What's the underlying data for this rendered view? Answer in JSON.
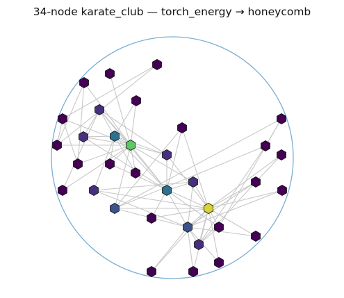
{
  "title": "34-node karate_club — torch_energy → honeycomb",
  "colors": {
    "boundary": "#7aaed2",
    "edge": "#c8c8c8",
    "node_outline": "#111111",
    "node_palette": [
      "#440154",
      "#472f7d",
      "#3b528b",
      "#2c728e",
      "#21918c",
      "#28ae80",
      "#5ec962",
      "#addc30",
      "#d8d338",
      "#fde725"
    ]
  },
  "graph": {
    "nodes": [
      {
        "id": 0,
        "value": 0.62
      },
      {
        "id": 1,
        "value": 0.32
      },
      {
        "id": 2,
        "value": 0.38
      },
      {
        "id": 3,
        "value": 0.12
      },
      {
        "id": 4,
        "value": 0.05
      },
      {
        "id": 5,
        "value": 0.05
      },
      {
        "id": 6,
        "value": 0.05
      },
      {
        "id": 7,
        "value": 0.1
      },
      {
        "id": 8,
        "value": 0.12
      },
      {
        "id": 9,
        "value": 0.02
      },
      {
        "id": 10,
        "value": 0.05
      },
      {
        "id": 11,
        "value": 0.01
      },
      {
        "id": 12,
        "value": 0.02
      },
      {
        "id": 13,
        "value": 0.12
      },
      {
        "id": 14,
        "value": 0.02
      },
      {
        "id": 15,
        "value": 0.02
      },
      {
        "id": 16,
        "value": 0.03
      },
      {
        "id": 17,
        "value": 0.02
      },
      {
        "id": 18,
        "value": 0.02
      },
      {
        "id": 19,
        "value": 0.05
      },
      {
        "id": 20,
        "value": 0.02
      },
      {
        "id": 21,
        "value": 0.02
      },
      {
        "id": 22,
        "value": 0.02
      },
      {
        "id": 23,
        "value": 0.1
      },
      {
        "id": 24,
        "value": 0.03
      },
      {
        "id": 25,
        "value": 0.05
      },
      {
        "id": 26,
        "value": 0.02
      },
      {
        "id": 27,
        "value": 0.05
      },
      {
        "id": 28,
        "value": 0.05
      },
      {
        "id": 29,
        "value": 0.05
      },
      {
        "id": 30,
        "value": 0.08
      },
      {
        "id": 31,
        "value": 0.18
      },
      {
        "id": 32,
        "value": 0.22
      },
      {
        "id": 33,
        "value": 0.85
      }
    ],
    "edges": [
      [
        0,
        1
      ],
      [
        0,
        2
      ],
      [
        0,
        3
      ],
      [
        0,
        4
      ],
      [
        0,
        5
      ],
      [
        0,
        6
      ],
      [
        0,
        7
      ],
      [
        0,
        8
      ],
      [
        0,
        10
      ],
      [
        0,
        11
      ],
      [
        0,
        12
      ],
      [
        0,
        13
      ],
      [
        0,
        17
      ],
      [
        0,
        19
      ],
      [
        0,
        21
      ],
      [
        0,
        31
      ],
      [
        1,
        2
      ],
      [
        1,
        3
      ],
      [
        1,
        7
      ],
      [
        1,
        13
      ],
      [
        1,
        17
      ],
      [
        1,
        19
      ],
      [
        1,
        21
      ],
      [
        1,
        30
      ],
      [
        2,
        3
      ],
      [
        2,
        7
      ],
      [
        2,
        8
      ],
      [
        2,
        9
      ],
      [
        2,
        13
      ],
      [
        2,
        27
      ],
      [
        2,
        28
      ],
      [
        2,
        32
      ],
      [
        3,
        7
      ],
      [
        3,
        12
      ],
      [
        3,
        13
      ],
      [
        4,
        6
      ],
      [
        4,
        10
      ],
      [
        5,
        6
      ],
      [
        5,
        10
      ],
      [
        5,
        16
      ],
      [
        6,
        16
      ],
      [
        8,
        30
      ],
      [
        8,
        32
      ],
      [
        8,
        33
      ],
      [
        9,
        33
      ],
      [
        13,
        33
      ],
      [
        14,
        32
      ],
      [
        14,
        33
      ],
      [
        15,
        32
      ],
      [
        15,
        33
      ],
      [
        18,
        32
      ],
      [
        18,
        33
      ],
      [
        19,
        33
      ],
      [
        20,
        32
      ],
      [
        20,
        33
      ],
      [
        22,
        32
      ],
      [
        22,
        33
      ],
      [
        23,
        25
      ],
      [
        23,
        27
      ],
      [
        23,
        29
      ],
      [
        23,
        32
      ],
      [
        23,
        33
      ],
      [
        24,
        25
      ],
      [
        24,
        27
      ],
      [
        24,
        31
      ],
      [
        25,
        31
      ],
      [
        26,
        29
      ],
      [
        26,
        33
      ],
      [
        27,
        33
      ],
      [
        28,
        31
      ],
      [
        28,
        33
      ],
      [
        29,
        32
      ],
      [
        29,
        33
      ],
      [
        30,
        32
      ],
      [
        30,
        33
      ],
      [
        31,
        32
      ],
      [
        31,
        33
      ],
      [
        32,
        33
      ]
    ]
  }
}
